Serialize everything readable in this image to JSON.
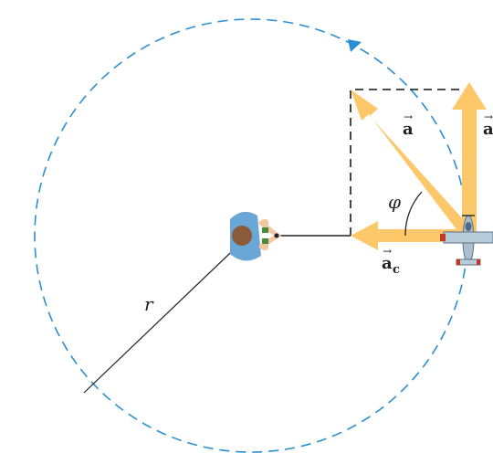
{
  "labels": {
    "radius": "r",
    "angle": "φ",
    "acceleration": "a",
    "centripetal": "a",
    "centripetal_sub": "c",
    "tangential": "a"
  },
  "colors": {
    "orbit": "#2a8fd0",
    "vector_fill": "#fcc86a",
    "dash": "#333333",
    "line": "#222222"
  },
  "icons": {
    "person": "person-top-view-icon",
    "airplane": "airplane-top-view-icon"
  }
}
